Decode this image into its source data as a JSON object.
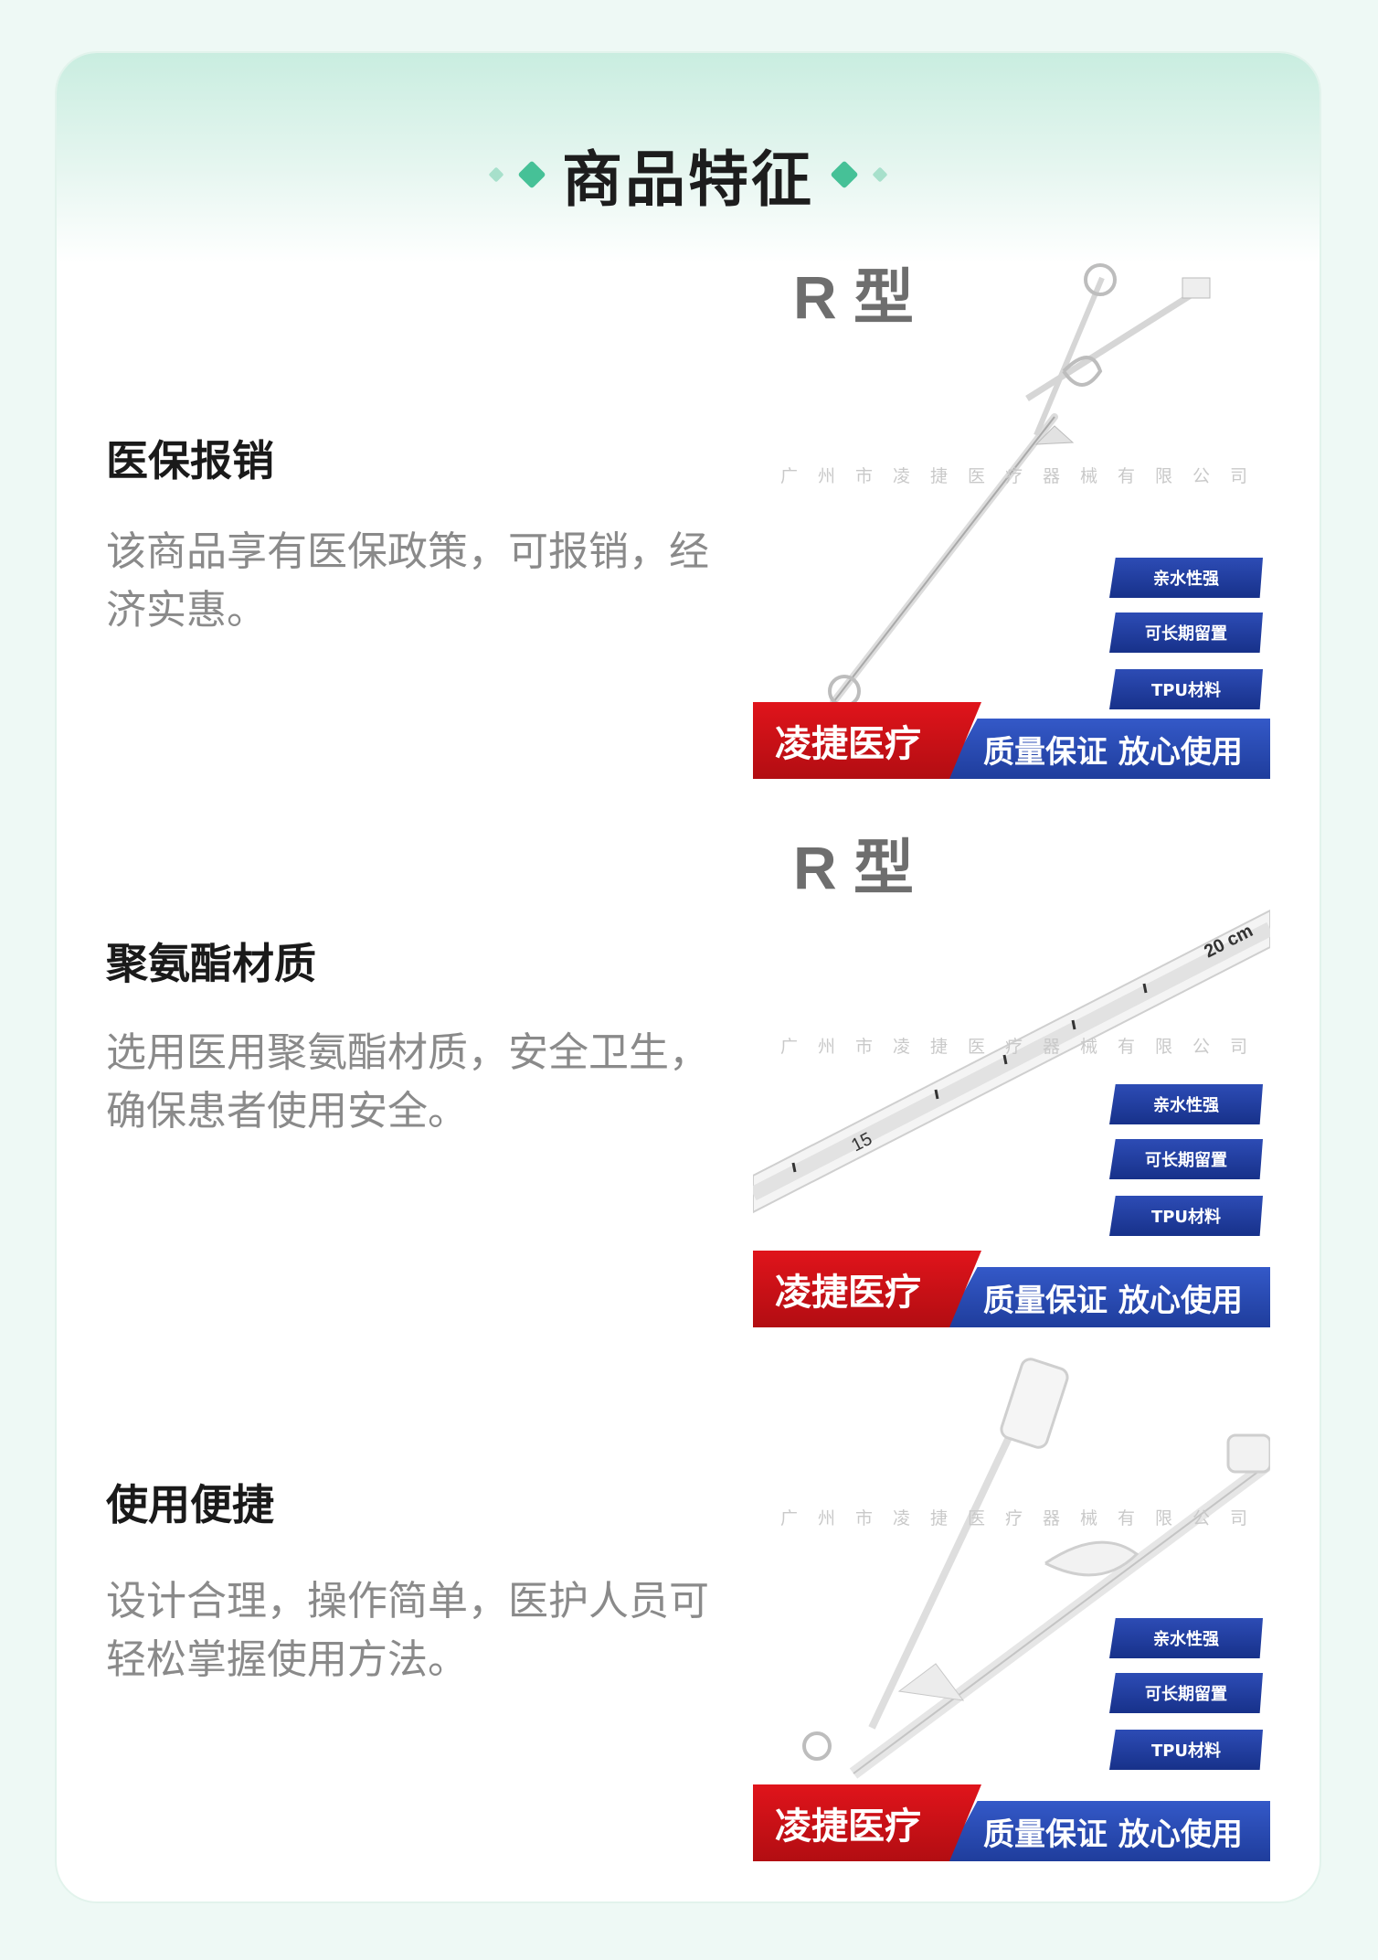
{
  "header": {
    "title": "商品特征"
  },
  "features": [
    {
      "title": "医保报销",
      "desc": "该商品享有医保政策，可报销，经济实惠。",
      "photo": {
        "type_label": "R 型",
        "watermark": "广州市凌捷医疗器械有限公司",
        "tags": [
          "亲水性强",
          "可长期留置",
          "TPU材料"
        ],
        "brand": "凌捷医疗",
        "slogan": "质量保证 放心使用"
      }
    },
    {
      "title": "聚氨酯材质",
      "desc": "选用医用聚氨酯材质，安全卫生，确保患者使用安全。",
      "photo": {
        "type_label": "R 型",
        "watermark": "广州市凌捷医疗器械有限公司",
        "tags": [
          "亲水性强",
          "可长期留置",
          "TPU材料"
        ],
        "brand": "凌捷医疗",
        "slogan": "质量保证 放心使用",
        "scale_marks": [
          "15",
          "20 cm"
        ]
      }
    },
    {
      "title": "使用便捷",
      "desc": "设计合理，操作简单，医护人员可轻松掌握使用方法。",
      "photo": {
        "watermark": "广州市凌捷医疗器械有限公司",
        "tags": [
          "亲水性强",
          "可长期留置",
          "TPU材料"
        ],
        "brand": "凌捷医疗",
        "slogan": "质量保证 放心使用"
      }
    }
  ]
}
